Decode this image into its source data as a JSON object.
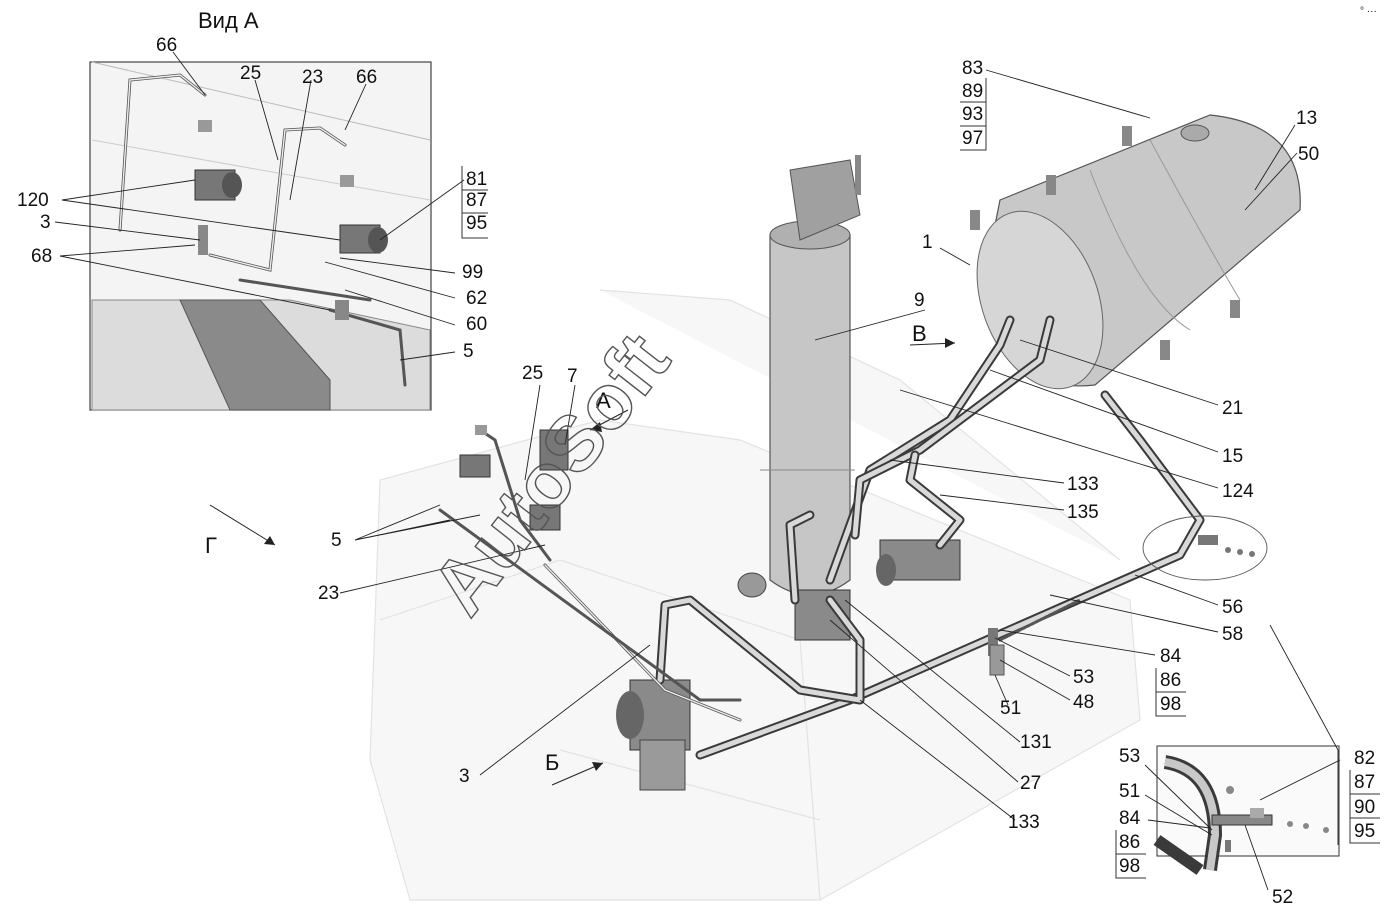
{
  "views": {
    "view_a_title": "Вид А",
    "arrow_a": "А",
    "arrow_b": "Б",
    "arrow_v": "В",
    "arrow_g": "Г"
  },
  "inset_a_labels": {
    "l66a": "66",
    "l25": "25",
    "l23": "23",
    "l66b": "66",
    "l120": "120",
    "l3": "3",
    "l68": "68",
    "l81": "81",
    "l87": "87",
    "l95": "95",
    "l99": "99",
    "l62": "62",
    "l60": "60",
    "l5": "5"
  },
  "main_labels": {
    "l83": "83",
    "l89": "89",
    "l93": "93",
    "l97": "97",
    "l13": "13",
    "l50": "50",
    "l1": "1",
    "l9": "9",
    "l21": "21",
    "l15": "15",
    "l124": "124",
    "l133a": "133",
    "l135": "135",
    "l25": "25",
    "l7": "7",
    "l5": "5",
    "l23": "23",
    "l56": "56",
    "l58": "58",
    "l84": "84",
    "l86": "86",
    "l98": "98",
    "l53": "53",
    "l48": "48",
    "l51": "51",
    "l131": "131",
    "l27": "27",
    "l133b": "133",
    "l3": "3"
  },
  "inset_b_labels": {
    "l53": "53",
    "l51": "51",
    "l84": "84",
    "l86": "86",
    "l98": "98",
    "l82": "82",
    "l87": "87",
    "l90": "90",
    "l95": "95",
    "l52": "52"
  },
  "watermark": "AutoSoft",
  "top_right_mark": "° ···"
}
